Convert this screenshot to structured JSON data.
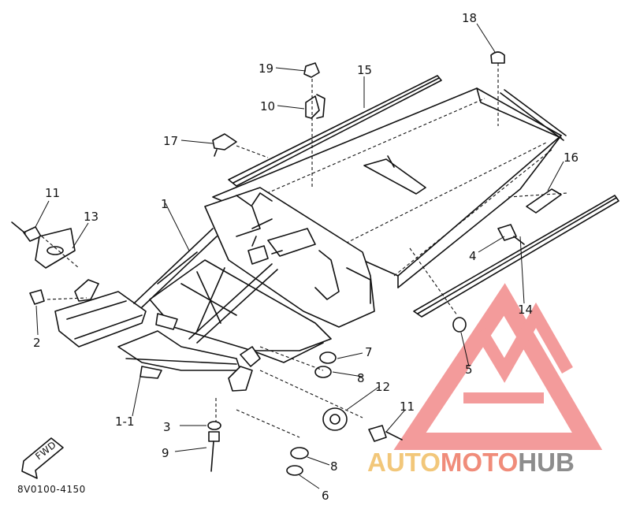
{
  "part_numbers": [
    "1",
    "1-1",
    "2",
    "3",
    "4",
    "5",
    "6",
    "7",
    "8",
    "8",
    "9",
    "10",
    "11",
    "11",
    "12",
    "13",
    "14",
    "15",
    "16",
    "17",
    "18",
    "19"
  ],
  "diagram_code": "8V0100-4150",
  "fwd_label": "FWD",
  "watermark": {
    "brand_part1": "AUTO",
    "brand_part2": "MOTO",
    "brand_part3": "HUB",
    "colors": {
      "auto": "#f2c77a",
      "moto": "#f08c7a",
      "hub": "#8d8d8d",
      "logo": "#f28a8a"
    }
  }
}
